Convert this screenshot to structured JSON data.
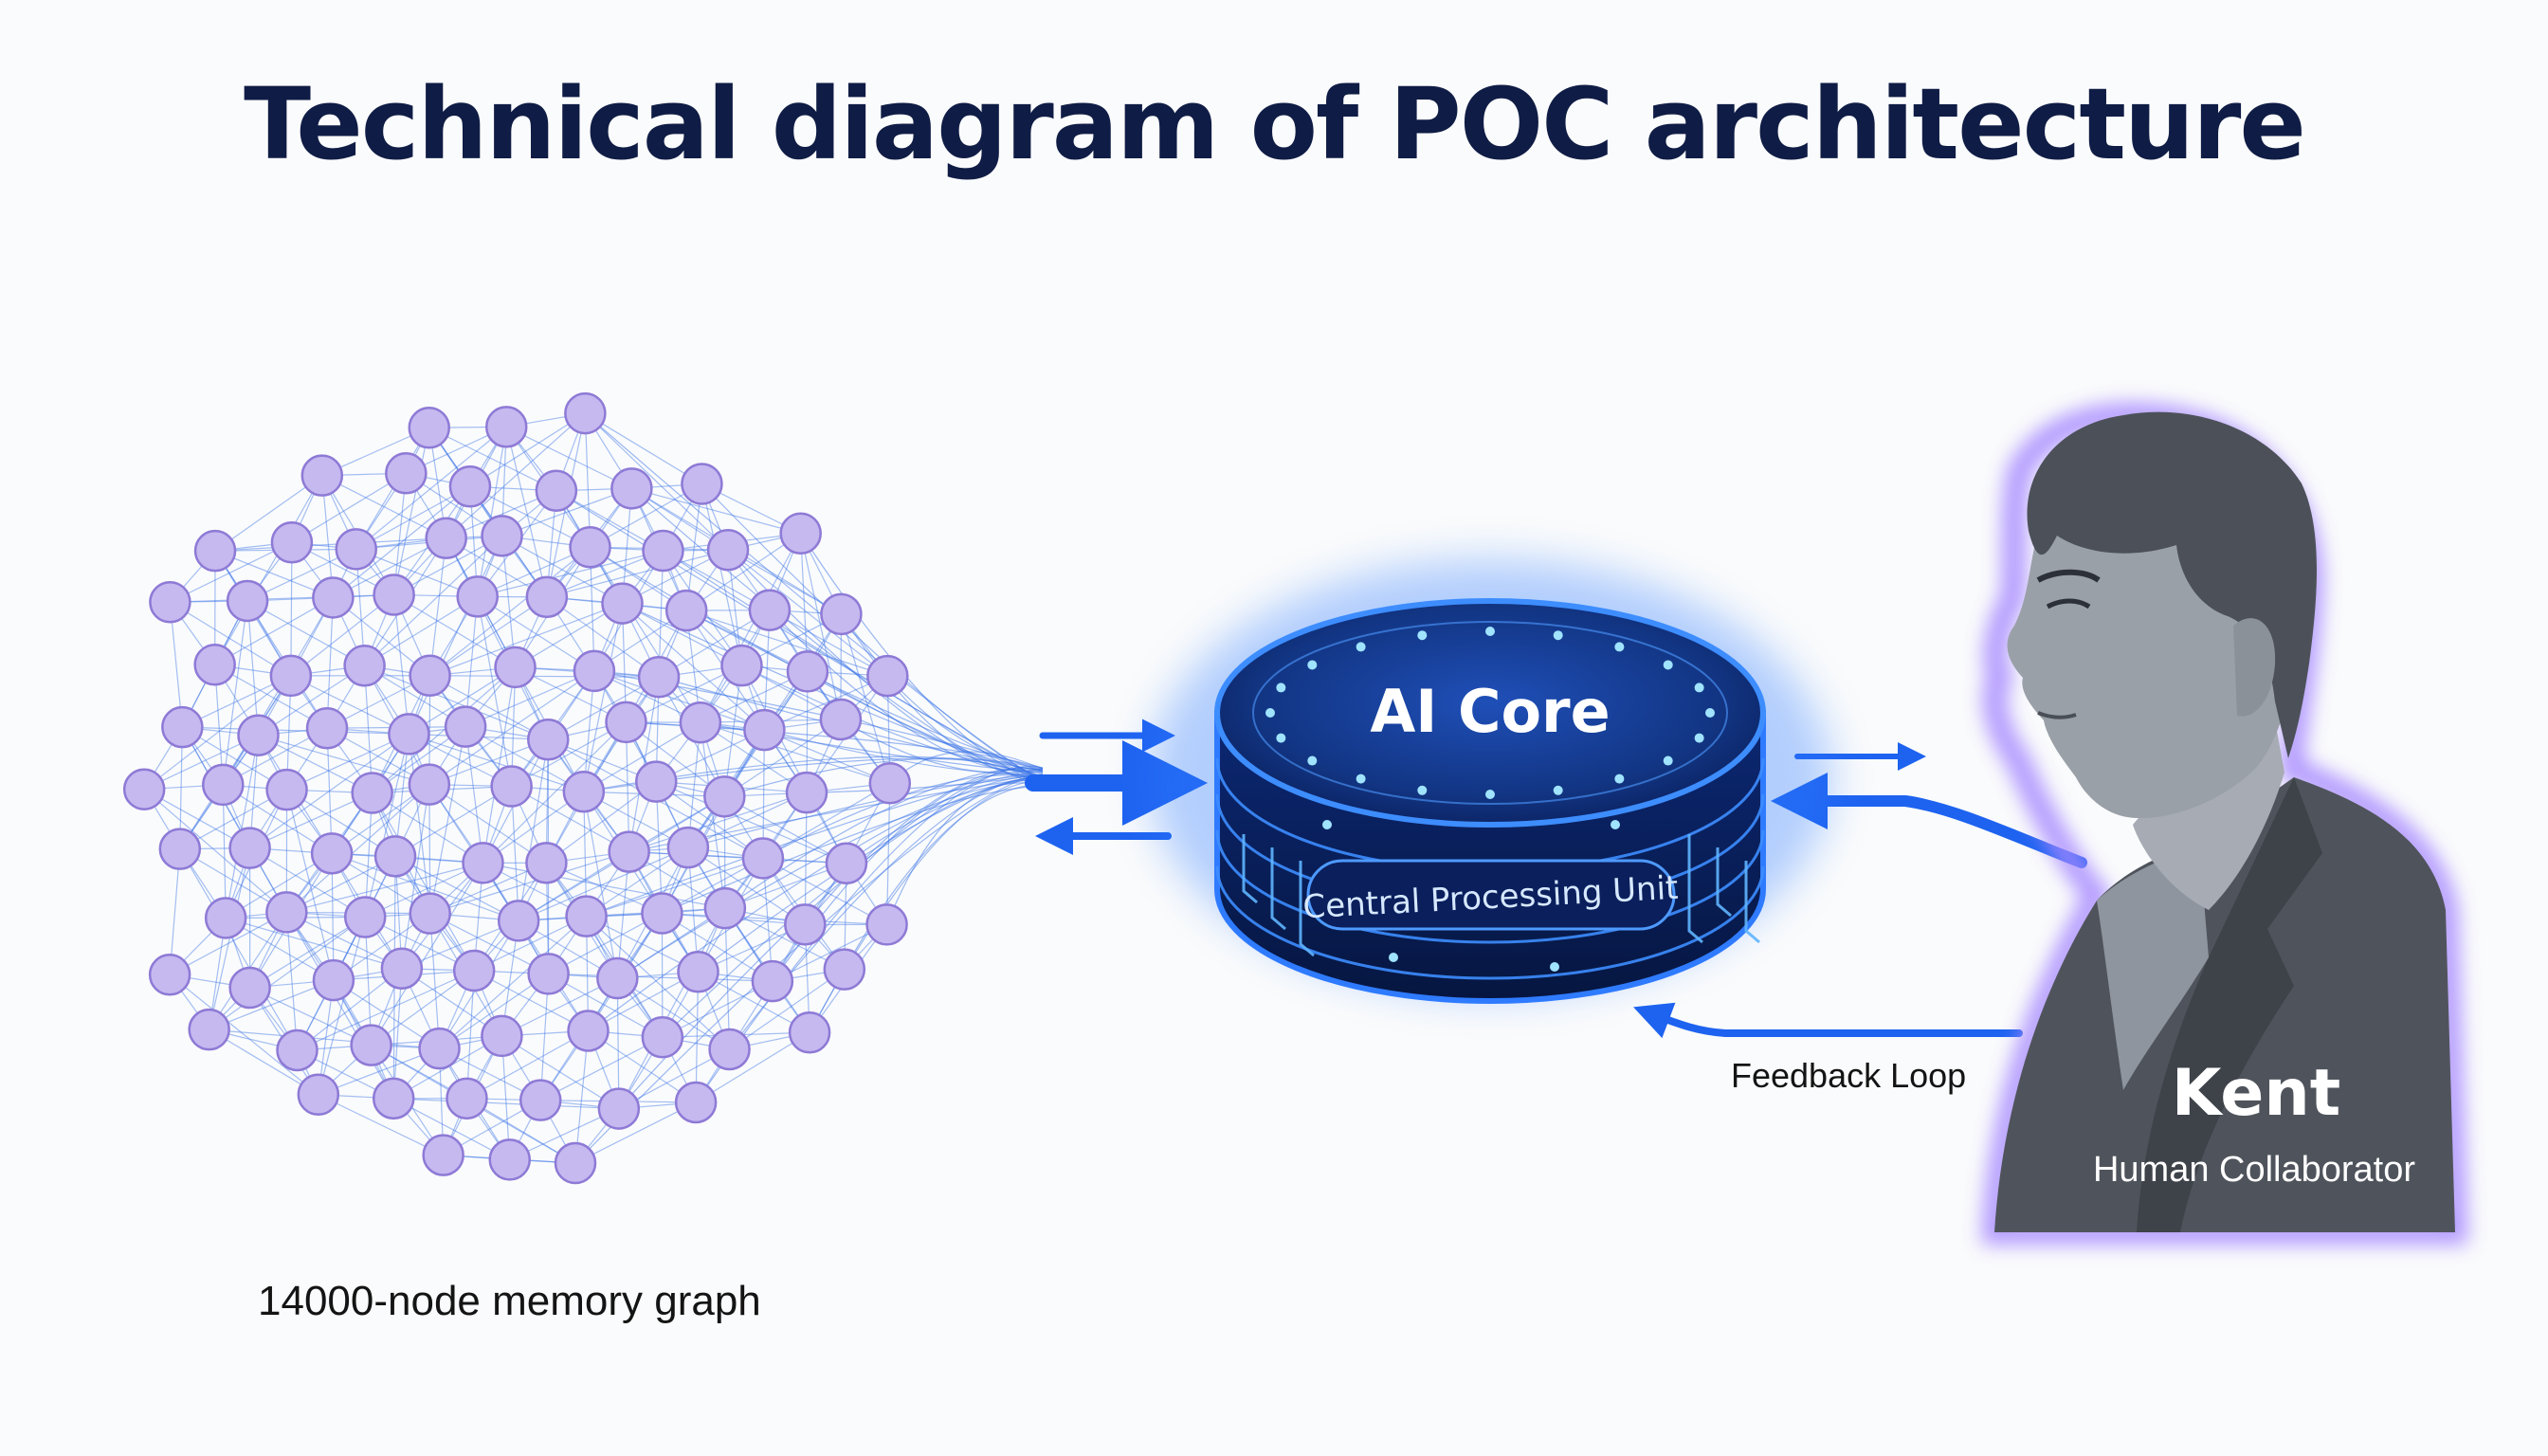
{
  "title": "Technical diagram of POC architecture",
  "memory_graph": {
    "caption": "14000-node memory graph"
  },
  "core": {
    "title": "AI Core",
    "subtitle": "Central Processing Unit"
  },
  "feedback": {
    "caption": "Feedback Loop"
  },
  "person": {
    "name": "Kent",
    "role": "Human Collaborator"
  },
  "colors": {
    "title": "#0f1c45",
    "node_fill": "#c5b9f0",
    "node_stroke": "#8e7ad6",
    "edge": "#3a74e8",
    "arrow": "#1e63f0",
    "core_dark": "#0a1f5c",
    "core_glow": "#2f7bff",
    "person_glow": "#a688ff"
  }
}
